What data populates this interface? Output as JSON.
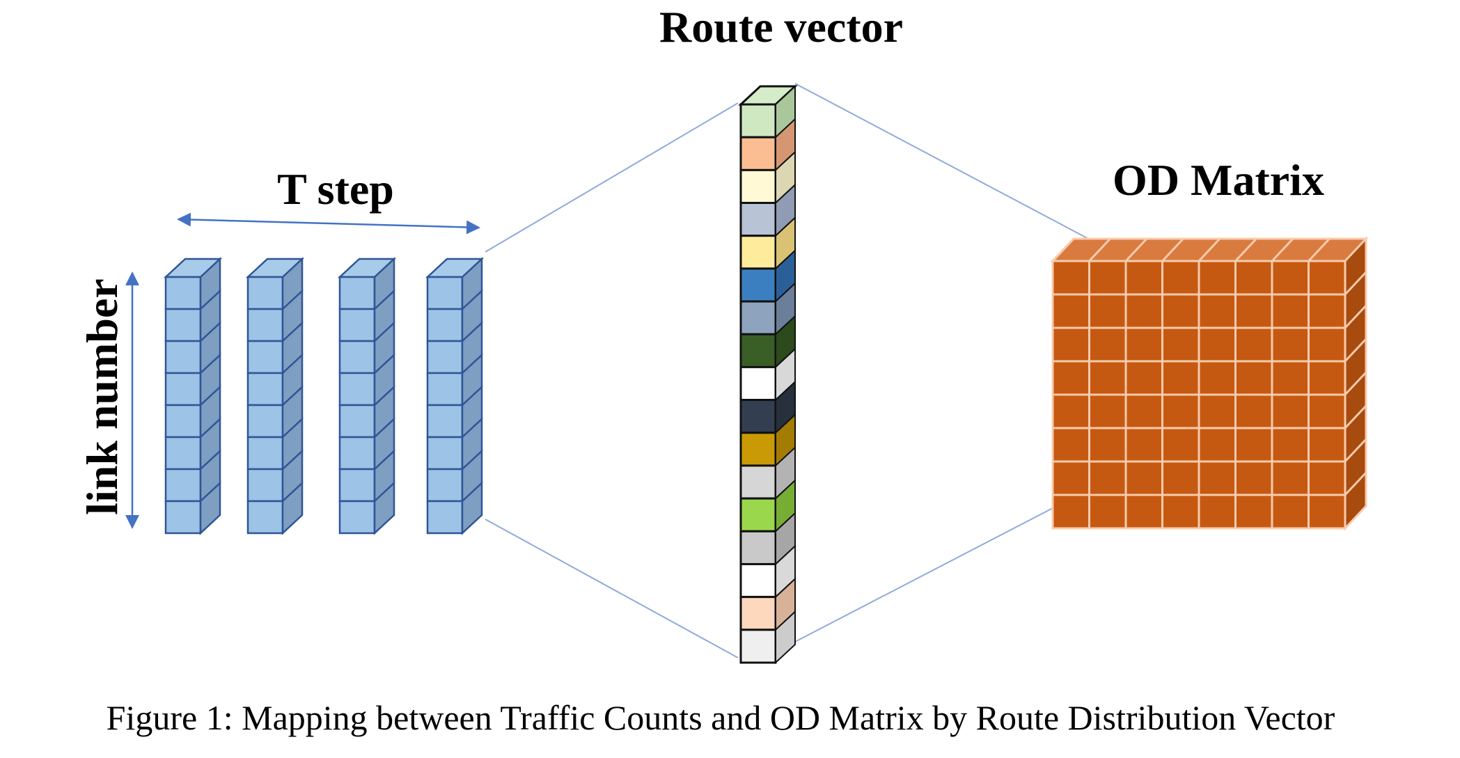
{
  "labels": {
    "route_vector": "Route vector",
    "t_step": "T step",
    "link_number": "link number",
    "od_matrix": "OD Matrix"
  },
  "caption": "Figure 1: Mapping between Traffic Counts and OD Matrix by Route Distribution Vector",
  "traffic_counts": {
    "columns": 4,
    "cells_per_column": 8,
    "colors": {
      "front": "#9DC3E6",
      "side": "#7F9FC2",
      "top": "#A9CBEA",
      "stroke": "#2F5597"
    }
  },
  "route_vector": {
    "cells": [
      {
        "front": "#CFE8C2",
        "side": "#A9C79A"
      },
      {
        "front": "#FBBE93",
        "side": "#D59772"
      },
      {
        "front": "#FFFAD5",
        "side": "#DCD7B2"
      },
      {
        "front": "#B8C3D6",
        "side": "#909CB3"
      },
      {
        "front": "#FFEB9C",
        "side": "#D9C274"
      },
      {
        "front": "#3C7FC1",
        "side": "#2B5F98"
      },
      {
        "front": "#8EA3BE",
        "side": "#6B7E9A"
      },
      {
        "front": "#3A5F26",
        "side": "#2C4A1C"
      },
      {
        "front": "#FFFFFF",
        "side": "#D8D8D8"
      },
      {
        "front": "#333F50",
        "side": "#27303C"
      },
      {
        "front": "#C99A06",
        "side": "#A47C03"
      },
      {
        "front": "#D6D6D6",
        "side": "#B3B3B3"
      },
      {
        "front": "#9BD74D",
        "side": "#77AD35"
      },
      {
        "front": "#C9C9C9",
        "side": "#A6A6A6"
      },
      {
        "front": "#FFFFFF",
        "side": "#D9D9D9"
      },
      {
        "front": "#FDD8BD",
        "side": "#D8B298"
      },
      {
        "front": "#EFEFEF",
        "side": "#CCCCCC"
      }
    ],
    "top_color": "#D4EDC8",
    "stroke": "#111111"
  },
  "od_matrix": {
    "rows": 8,
    "cols": 8,
    "colors": {
      "front": "#C65911",
      "side": "#A84B0E",
      "top": "#D97B3F",
      "grid": "#F8CBAD"
    }
  },
  "connector_color": "#8FAADC"
}
